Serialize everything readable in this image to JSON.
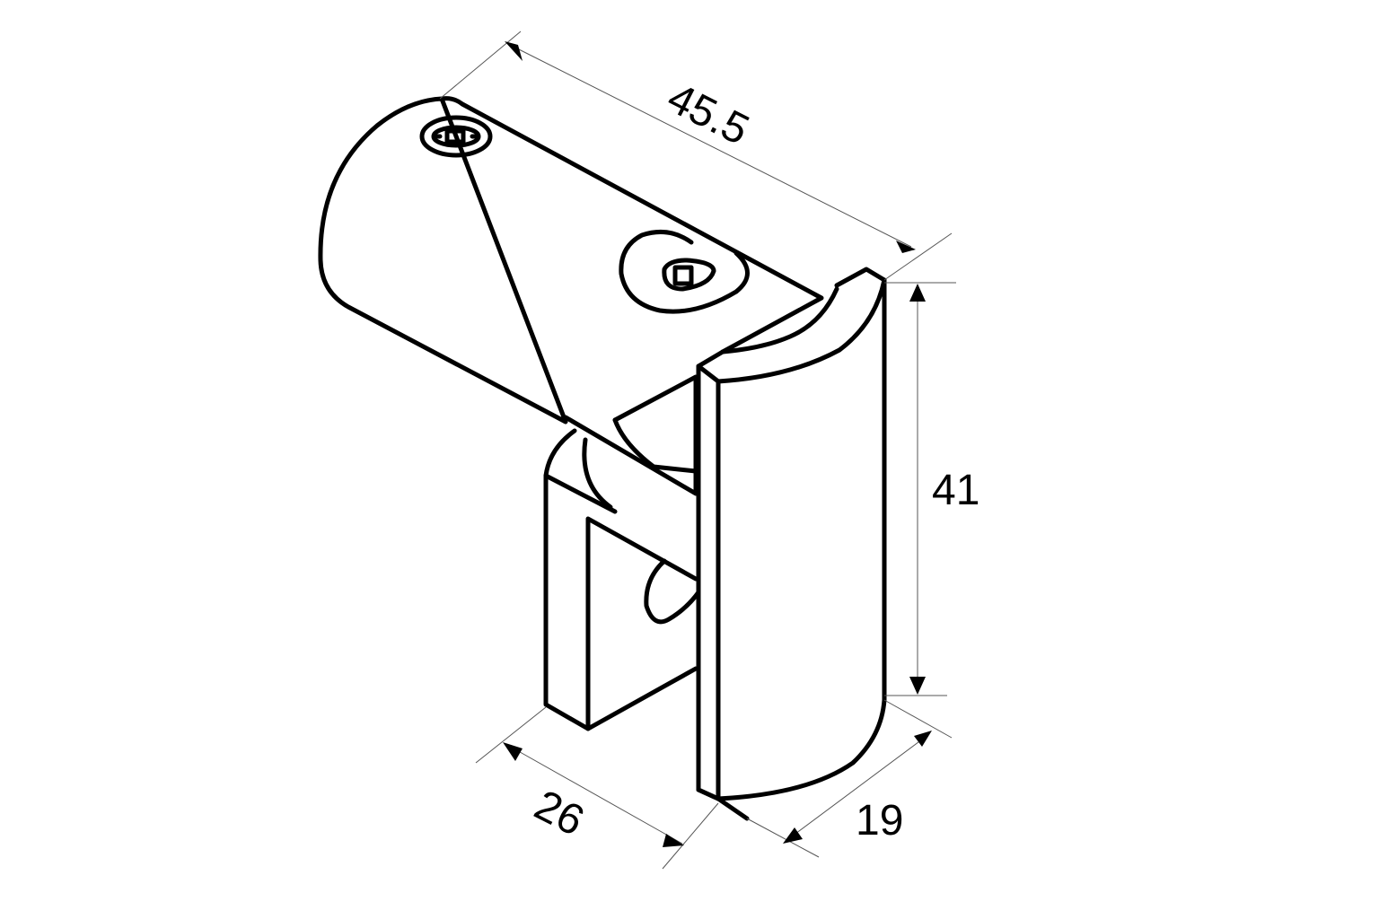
{
  "dimensions": {
    "length_top": "45.5",
    "height": "41",
    "width_bottom": "26",
    "depth": "19"
  },
  "colors": {
    "stroke": "#000000",
    "dim_line": "#555555",
    "background": "#ffffff"
  }
}
